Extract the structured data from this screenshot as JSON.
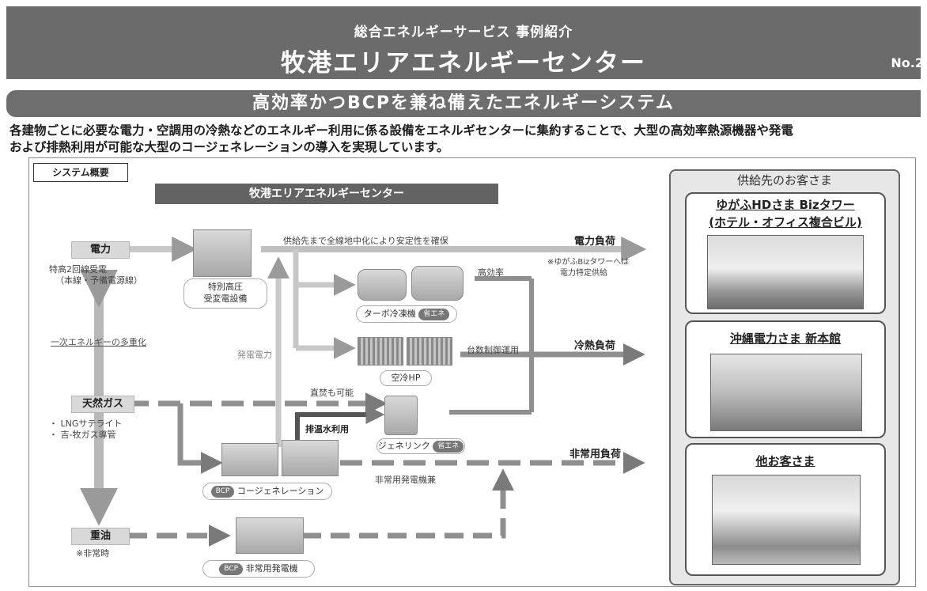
{
  "header": {
    "subtitle": "総合エネルギーサービス 事例紹介",
    "title": "牧港エリアエネルギーセンター",
    "page_no": "No.2"
  },
  "banner": {
    "text": "高効率かつBCPを兼ね備えたエネルギーシステム"
  },
  "description": {
    "line1": "各建物ごとに必要な電力・空調用の冷熱などのエネルギー利用に係る設備をエネルギセンターに集約することで、大型の高効率熱源機器や発電",
    "line2": "および排熱利用が可能な大型のコージェネレーションの導入を実現しています。"
  },
  "diagram": {
    "system_label": "システム概要",
    "center_title": "牧港エリアエネルギーセンター",
    "sources": {
      "power": {
        "label": "電力",
        "note1": "特高2回線受電",
        "note2": "（本線・予備電源線）"
      },
      "gas": {
        "label": "天然ガス",
        "note1": "・ LNGサテライト",
        "note2": "・ 吉-牧ガス導管"
      },
      "oil": {
        "label": "重油",
        "note1": "※非常時"
      }
    },
    "diversify": "一次エネルギーの多重化",
    "labels": {
      "supply_safety": "供給先まで全線地中化により安定性を確保",
      "high_eff": "高効率",
      "gen_power": "発電電力",
      "unit_control": "台数制御運用",
      "direct_fire": "直焚も可能",
      "exhaust_heat": "排温水利用",
      "emergency_gen_label": "非常用発電機兼",
      "biz_note1": "※ゆがふBizタワーへは",
      "biz_note2": "電力特定供給"
    },
    "equipment": {
      "substation1": "特別高圧",
      "substation2": "受変電設備",
      "turbo": "ターボ冷凍機",
      "air_hp": "空冷HP",
      "genelink": "ジェネリンク",
      "cogen": "コージェネレーション",
      "emergency": "非常用発電機",
      "eco_badge": "省エネ",
      "bcp_badge": "BCP"
    },
    "loads": {
      "power": "電力負荷",
      "cooling": "冷熱負荷",
      "emergency": "非常用負荷"
    }
  },
  "customers": {
    "title": "供給先のお客さま",
    "items": [
      {
        "name1": "ゆがふHDさま Bizタワー",
        "name2": "(ホテル・オフィス複合ビル)"
      },
      {
        "name1": "沖縄電力さま 新本館"
      },
      {
        "name1": "他お客さま"
      }
    ]
  },
  "colors": {
    "header_bg": "#6b6b6b",
    "arrow_gray": "#9a9a9a",
    "panel_bg": "#e7e7e7"
  }
}
